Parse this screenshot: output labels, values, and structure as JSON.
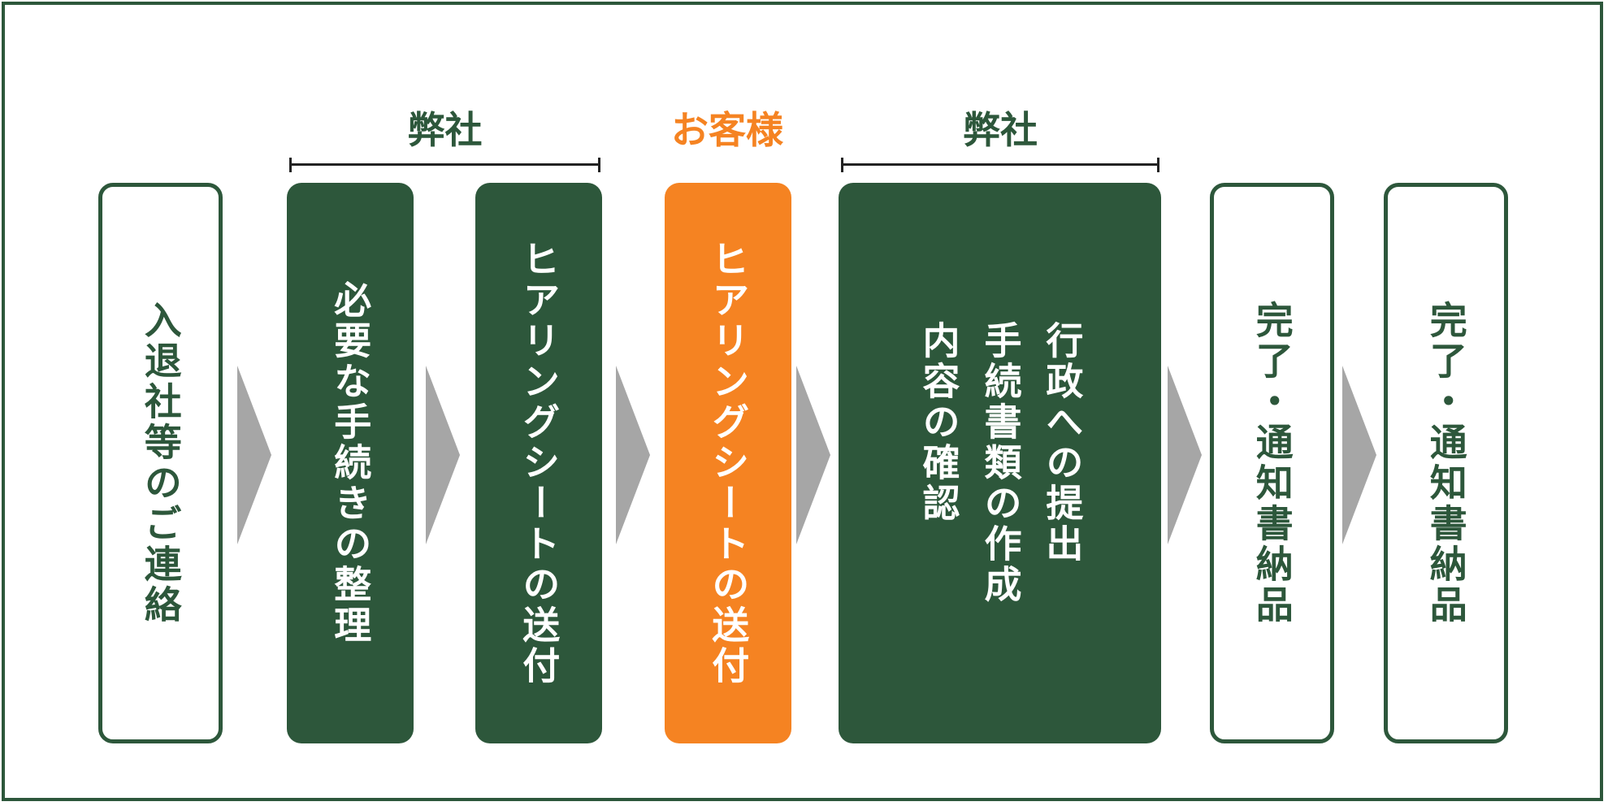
{
  "groups": [
    {
      "label": "弊社",
      "color": "#2d573b"
    },
    {
      "label": "お客様",
      "color": "#f58322"
    },
    {
      "label": "弊社",
      "color": "#2d573b"
    }
  ],
  "steps": [
    {
      "text": "入退社等のご連絡",
      "style": "outline"
    },
    {
      "text": "必要な手続きの整理",
      "style": "dark"
    },
    {
      "text": "ヒアリングシートの送付",
      "style": "dark"
    },
    {
      "text": "ヒアリングシートの送付",
      "style": "orange"
    },
    {
      "text": "行政への提出\n手続書類の作成\n内容の確認",
      "style": "dark"
    },
    {
      "text": "完了・通知書納品",
      "style": "outline"
    },
    {
      "text": "完了・通知書納品",
      "style": "outline"
    }
  ],
  "colors": {
    "green": "#2d573b",
    "orange": "#f58322",
    "arrow": "#a6a6a6"
  },
  "icons": {
    "arrow": "chevron-right-arrow-icon"
  }
}
